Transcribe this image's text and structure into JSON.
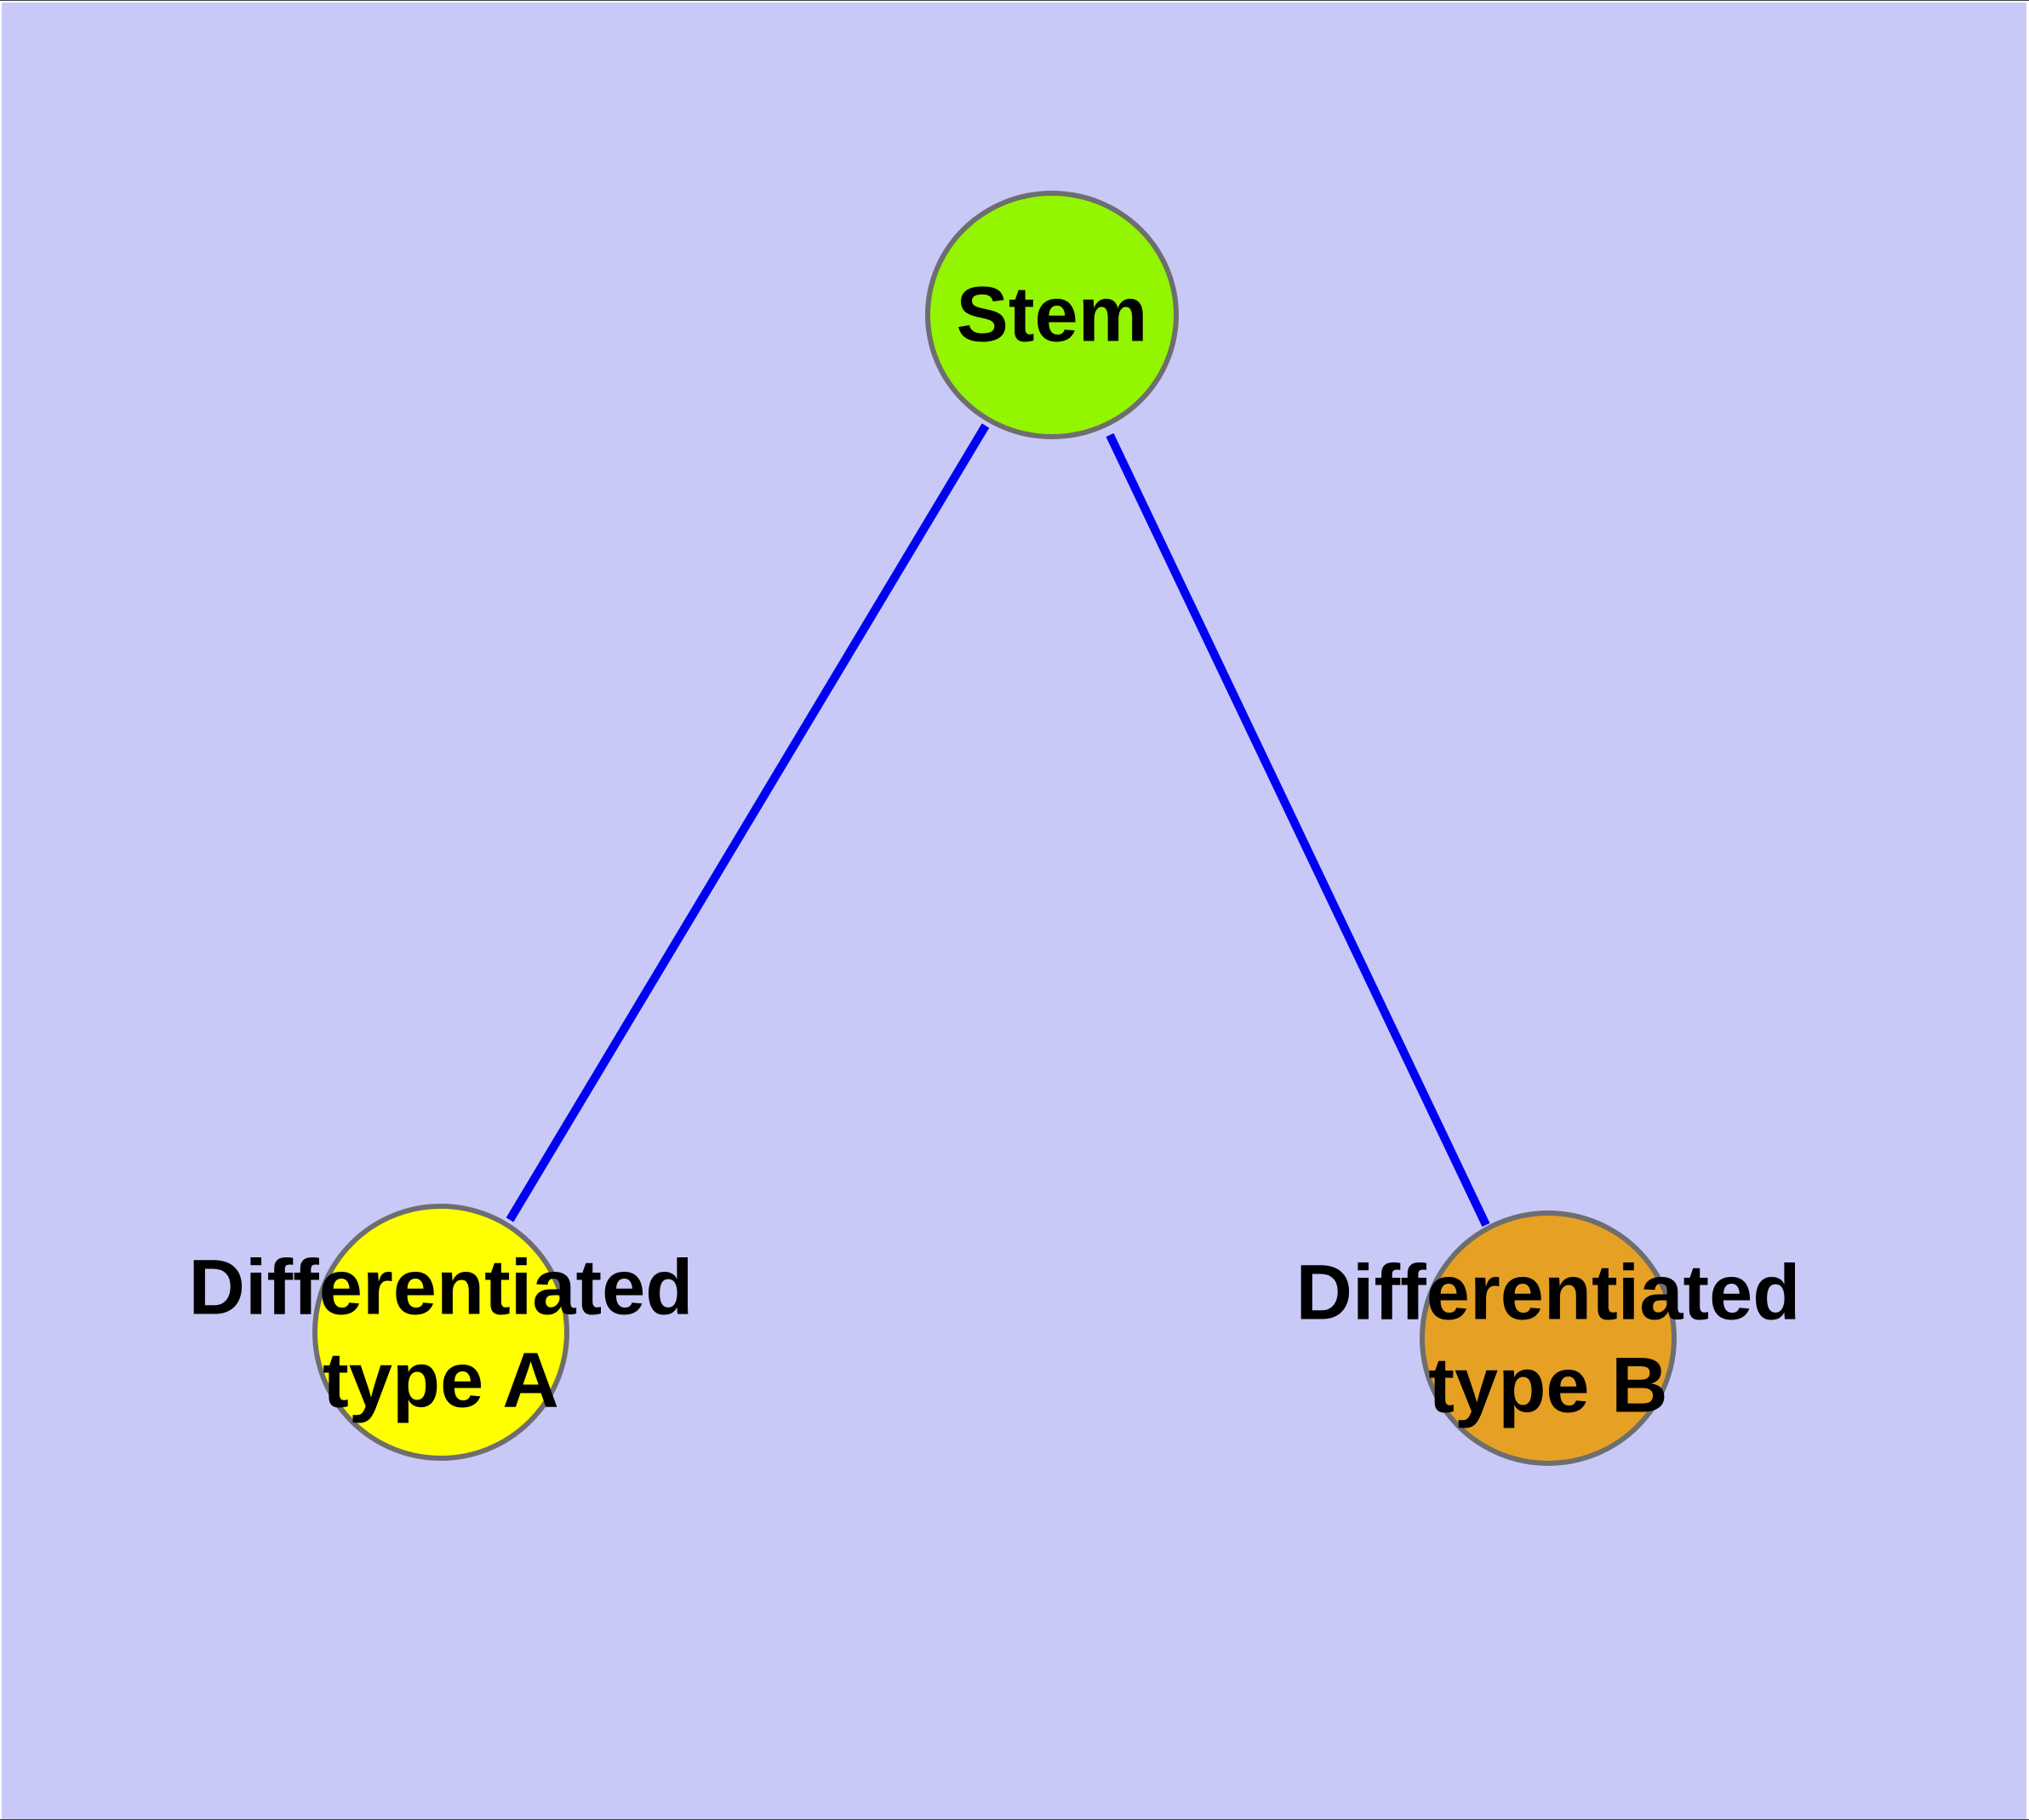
{
  "colors": {
    "background": "#c9c9f8",
    "node_border": "#6e6e6e",
    "edge": "#0000f2",
    "label_text": "#000000"
  },
  "nodes": [
    {
      "id": "stem",
      "lines": [
        "Stem"
      ],
      "fill": "#93f500"
    },
    {
      "id": "differentiated-type-a",
      "lines": [
        "Differentiated",
        "type A"
      ],
      "fill": "#ffff00"
    },
    {
      "id": "differentiated-type-b",
      "lines": [
        "Differentiated",
        "type B"
      ],
      "fill": "#e6a124"
    }
  ],
  "edges": [
    {
      "from": "Stem",
      "to": "Differentiated type A"
    },
    {
      "from": "Stem",
      "to": "Differentiated type B"
    }
  ]
}
